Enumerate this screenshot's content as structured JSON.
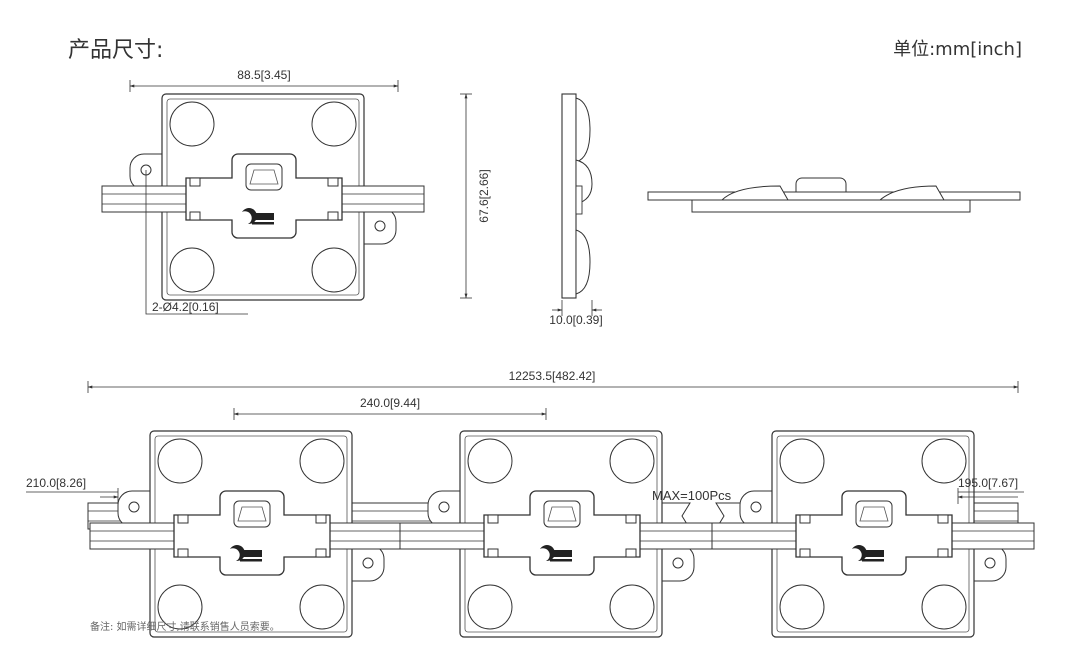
{
  "header": {
    "title": "产品尺寸:",
    "unit": "单位:mm[inch]"
  },
  "dimensions": {
    "width": "88.5[3.45]",
    "height": "67.6[2.66]",
    "hole": "2-Ø4.2[0.16]",
    "depth": "10.0[0.39]",
    "total_length": "12253.5[482.42]",
    "pitch": "240.0[9.44]",
    "lead_left": "210.0[8.26]",
    "lead_right": "195.0[7.67]",
    "max_count": "MAX=100Pcs"
  },
  "footer": {
    "note": "备注: 如需详细尺寸,请联系销售人员索要。"
  }
}
